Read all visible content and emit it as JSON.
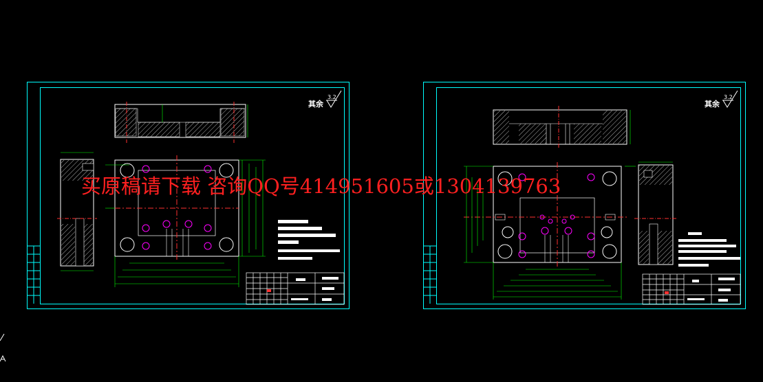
{
  "sheets": [
    {
      "id": "left",
      "roughness_label": "其余",
      "roughness_value": "3.2"
    },
    {
      "id": "right",
      "roughness_label": "其余",
      "roughness_value": "3.2"
    }
  ],
  "watermark": "买原稿请下载 咨询QQ号414951605或1304139763",
  "colors": {
    "background": "#000000",
    "frame": "#00ffff",
    "geometry": "#ffffff",
    "dimension": "#00ff00",
    "centerline": "#ff3030",
    "holes": "#ff00ff",
    "hatch": "#ffffff",
    "watermark": "#ff2020"
  }
}
